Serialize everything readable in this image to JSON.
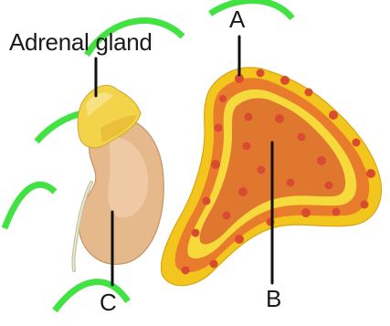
{
  "diagram": {
    "labels": {
      "adrenal_gland": "Adrenal gland",
      "a": "A",
      "b": "B",
      "c": "C"
    },
    "colors": {
      "watermark": "#22dd22",
      "adrenal_yellow": "#f2d34a",
      "adrenal_light": "#f7e38a",
      "kidney": "#e6b98c",
      "cortex_outer": "#f3c61e",
      "cortex_rim": "#f6d93a",
      "medulla": "#e0772f",
      "gland_spots": "#d94b30",
      "line_color": "#111111"
    },
    "parts": [
      "adrenal-gland",
      "kidney",
      "adrenal-gland-section",
      "cortex",
      "medulla"
    ]
  }
}
